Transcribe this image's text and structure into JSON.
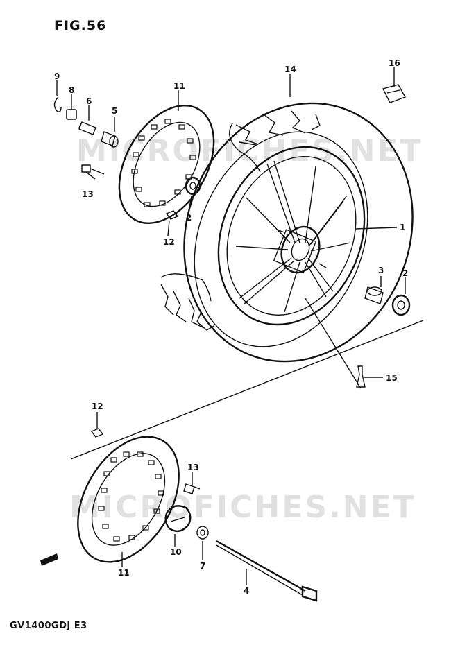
{
  "figure": {
    "title": "FIG.56",
    "footer": "GV1400GDJ  E3",
    "watermark": "MICROFICHES.NET"
  },
  "callouts": {
    "c1": "1",
    "c2a": "2",
    "c2b": "2",
    "c3": "3",
    "c4": "4",
    "c5": "5",
    "c6": "6",
    "c7": "7",
    "c8": "8",
    "c9": "9",
    "c10": "10",
    "c11a": "11",
    "c11b": "11",
    "c12a": "12",
    "c12b": "12",
    "c13a": "13",
    "c13b": "13",
    "c14": "14",
    "c15": "15",
    "c16": "16"
  }
}
